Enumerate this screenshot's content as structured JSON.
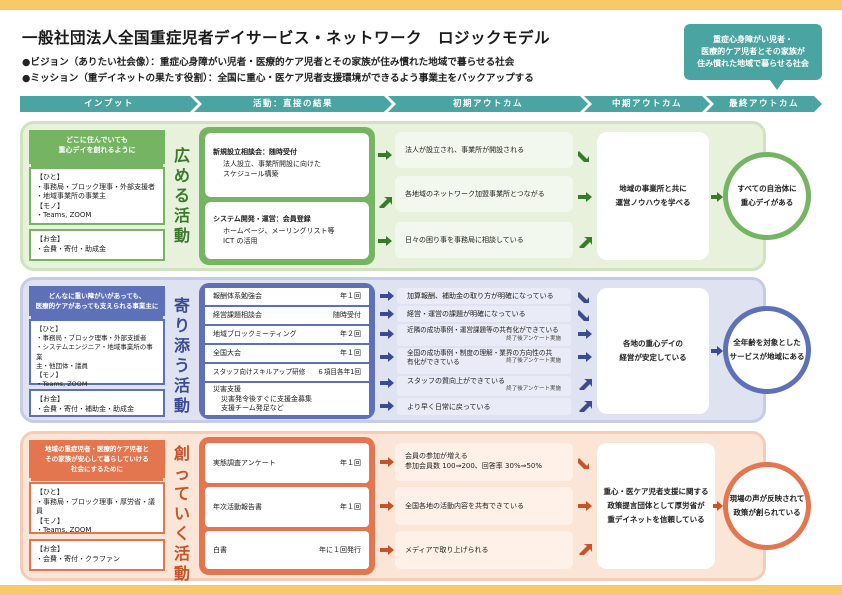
{
  "title": "一般社団法人全国重症児者デイサービス・ネットワーク　ロジックモデル",
  "vision": "●ビジョン（ありたい社会像）：重症心身障がい児者・医療的ケア児者とその家族が住み慣れた地域で暮らせる社会",
  "mission": "●ミッション（重デイネットの果たす役割）：全国に重心・医ケア児者支援環境ができるよう事業主をバックアップする",
  "bubble": [
    "重症心身障がい児者・",
    "医療的ケア児者とその家族が",
    "住み慣れた地域で暮らせる社会"
  ],
  "stages": [
    "インプット",
    "活動：直接の結果",
    "初期アウトカム",
    "中期アウトカム",
    "最終アウトカム"
  ],
  "colors": {
    "green": "#74b462",
    "blue": "#5e70b8",
    "orange": "#e3764f",
    "teal": "#4aa4a1",
    "yellow": "#f7c96a"
  },
  "sections": [
    {
      "label": "広める活動",
      "input_head": [
        "どこに住んでいても",
        "重心デイを創れるように"
      ],
      "people_label": "【ひと】",
      "people": [
        "・事務局・ブロック理事・外部支援者",
        "・地域事業所の事業主"
      ],
      "things_label": "【モノ】",
      "things": [
        "・Teams, ZOOM"
      ],
      "money_label": "【お金】",
      "money": [
        "・会費・寄付・助成金"
      ],
      "activities": [
        {
          "title": "新規設立相談会：随時受付",
          "lines": [
            "法人設立、事業所開設に向けた",
            "スケジュール構築"
          ]
        },
        {
          "title": "システム開発・運営：会員登録",
          "lines": [
            "ホームページ、メーリングリスト等",
            "ICT の活用"
          ]
        }
      ],
      "initial": [
        "法人が設立され、事業所が開設される",
        "各地域のネットワーク加盟事業所とつながる",
        "日々の困り事を事務局に相談している"
      ],
      "mid": [
        "地域の事業所と共に",
        "運営ノウハウを学べる"
      ],
      "final": [
        "すべての自治体に",
        "重心デイがある"
      ]
    },
    {
      "label": "寄り添う活動",
      "input_head": [
        "どんなに重い障がいがあっても、",
        "医療的ケアがあっても支えられる事業主に"
      ],
      "people_label": "【ひと】",
      "people": [
        "・事務局・ブロック理事・外部支援者",
        "・システムエンジニア・地域事業所の事業",
        "主・他団体・議員"
      ],
      "things_label": "【モノ】",
      "things": [
        "・Teams, ZOOM"
      ],
      "money_label": "【お金】",
      "money": [
        "・会費・寄付・補助金・助成金"
      ],
      "activities": [
        {
          "name": "報酬体系勉強会",
          "freq": "年１回"
        },
        {
          "name": "経営課題相談会",
          "freq": "随時受付"
        },
        {
          "name": "地域ブロックミーティング",
          "freq": "年２回"
        },
        {
          "name": "全国大会",
          "freq": "年１回"
        },
        {
          "name": "スタッフ向けスキルアップ研修",
          "freq": "６項目各年1回"
        }
      ],
      "disaster": [
        "災害支援",
        "災害発令後すぐに支援金募集",
        "支援チーム発足など"
      ],
      "initial": [
        {
          "text": "加算報酬、補助金の取り方が明確になっている",
          "note": ""
        },
        {
          "text": "経営・運営の課題が明確になっている",
          "note": ""
        },
        {
          "text": "近隣の成功事例・運営課題等の共有化ができている",
          "note": "終了後アンケート実施"
        },
        {
          "text": "全国の成功事例・制度の理解・業界の方向性の共",
          "text2": "有化ができている",
          "note": "終了後アンケート実施"
        },
        {
          "text": "スタッフの質向上ができている",
          "note": "終了後アンケート実施"
        },
        {
          "text": "より早く日常に戻っている",
          "note": ""
        }
      ],
      "mid": [
        "各地の重心デイの",
        "経営が安定している"
      ],
      "final": [
        "全年齢を対象とした",
        "サービスが地域にある"
      ]
    },
    {
      "label": "創っていく活動",
      "input_head": [
        "地域の重症児者・医療的ケア児者と",
        "その家族が安心して暮らしていける",
        "社会にするために"
      ],
      "people_label": "【ひと】",
      "people": [
        "・事務局・ブロック理事・厚労省・議員"
      ],
      "things_label": "【モノ】",
      "things": [
        "・Teams, ZOOM"
      ],
      "money_label": "【お金】",
      "money": [
        "・会費・寄付・クラファン"
      ],
      "activities": [
        {
          "name": "実態調査アンケート",
          "freq": "年１回"
        },
        {
          "name": "年次活動報告書",
          "freq": "年１回"
        },
        {
          "name": "白書",
          "freq": "年に１回発行"
        }
      ],
      "initial": [
        {
          "lines": [
            "会員の参加が増える",
            "参加会員数 100⇒200、回答率 30%⇒50%"
          ]
        },
        {
          "lines": [
            "全国各地の活動内容を共有できている"
          ]
        },
        {
          "lines": [
            "メディアで取り上げられる"
          ]
        }
      ],
      "mid": [
        "重心・医ケア児者支援に関する",
        "政策提言団体として厚労省が",
        "重デイネットを信頼している"
      ],
      "final": [
        "現場の声が反映されて",
        "政策が創られている"
      ]
    }
  ]
}
